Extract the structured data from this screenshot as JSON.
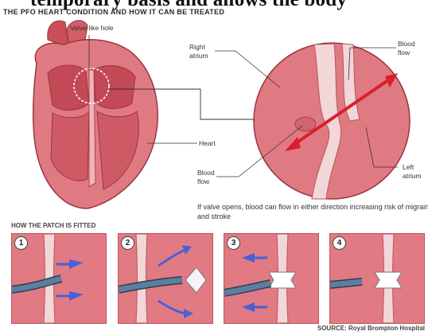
{
  "caption_top": "temporary basis and allows the body",
  "title": "THE PFO HEART CONDITION AND HOW IT CAN BE TREATED",
  "labels": {
    "valve_like_hole": "Valve-like hole",
    "right_atrium": "Right\natrium",
    "blood_flow_top": "Blood\nflow",
    "heart": "Heart",
    "blood_flow_bottom": "Blood\nflow",
    "left_atrium": "Left\natrium"
  },
  "note": "If valve opens, blood can flow in either direction increasing risk of migraine and stroke",
  "patch_heading": "HOW THE PATCH IS FITTED",
  "steps": [
    "1",
    "2",
    "3",
    "4"
  ],
  "source": "SOURCE: Royal Brompton Hospital",
  "colors": {
    "heart_fill": "#e07a82",
    "heart_dark": "#b94a55",
    "tissue": "#f3d6d8",
    "arrow_red": "#d8202a",
    "arrow_blue": "#4b5fd6",
    "catheter": "#5e7ea0"
  }
}
